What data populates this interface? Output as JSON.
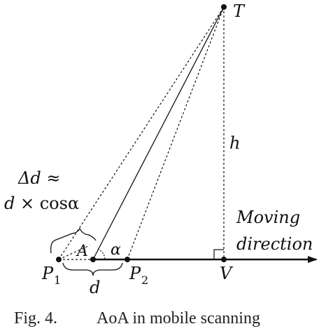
{
  "diagram": {
    "points": {
      "T": "T",
      "A": "A",
      "P1": "P",
      "P1_sub": "1",
      "P2": "P",
      "P2_sub": "2",
      "V": "V"
    },
    "labels": {
      "h": "h",
      "alpha": "α",
      "d": "d",
      "delta_line1": "Δd ≈",
      "delta_line2_d": "d",
      "delta_line2_rest": " × cosα",
      "moving": "Moving",
      "direction": "direction"
    },
    "caption": {
      "fig": "Fig. 4.",
      "text": "AoA in mobile scanning"
    }
  }
}
